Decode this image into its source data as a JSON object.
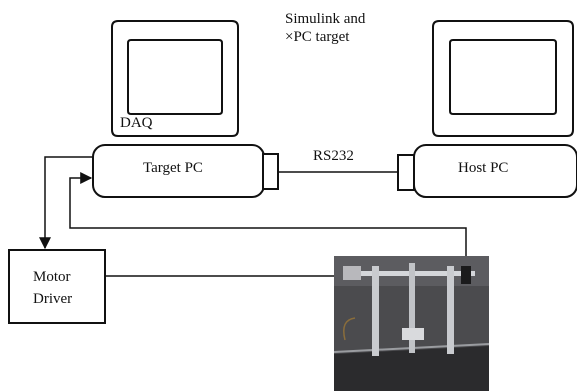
{
  "diagram": {
    "note_line1": "Simulink and",
    "note_line2": "×PC target",
    "daq_label": "DAQ",
    "target_pc_label": "Target PC",
    "host_pc_label": "Host PC",
    "link_label": "RS232",
    "motor_driver_line1": "Motor",
    "motor_driver_line2": "Driver"
  },
  "colors": {
    "stroke": "#111111",
    "photo_dark": "#3a3a3c",
    "photo_metal": "#c7c9cc"
  }
}
